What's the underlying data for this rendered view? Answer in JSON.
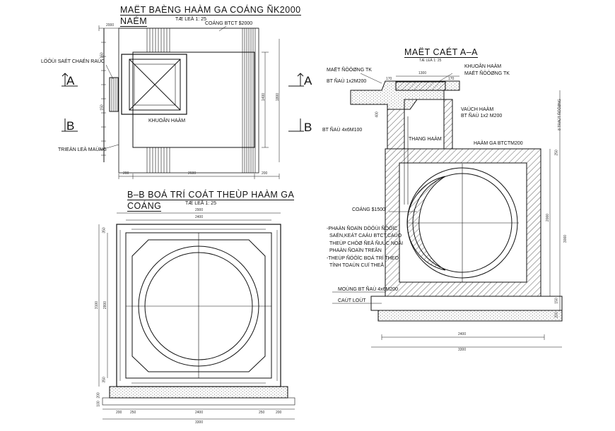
{
  "plan": {
    "title_line1": "MAËT BAÈNG HAÀM GA COÁNG ÑK2000",
    "title_line2": "NAÉM",
    "scale": "TÆ LEÄ 1: 25",
    "labels": {
      "cover": "COÁNG BTCT $2000",
      "grate": "LÖÔÙI SAÉT CHAÉN RAÙC",
      "frame": "KHUOÂN HAÀM",
      "slope": "TRIEÀN LEÀ MAÙNG"
    },
    "sections": {
      "a_left": "A",
      "a_right": "A",
      "b_left": "B",
      "b_right": "B"
    },
    "dims": {
      "top": "2000",
      "right_mid": "1400",
      "right_all": "1800",
      "bottom_mid": "2600",
      "bottom_left": "200",
      "bottom_right": "200",
      "left_top": "150",
      "left_bot": "150"
    }
  },
  "section_aa": {
    "title": "MAËT CAÉT A–A",
    "scale": "TÆ LEÄ 1: 25",
    "labels": {
      "road_surface": "MAËT ÑÖÔØNG TK",
      "cover_frame": "KHUOÂN HAÀM",
      "road_surface2": "MAËT ÑÖÔØNG TK",
      "concrete_top": "BT ÑAÙ 1x2M200",
      "wall": "VAÙCH HAÀM",
      "wall_conc": "BT ÑAÙ 1x2 M200",
      "base_left": "BT ÑAÙ 4x6M100",
      "ladder": "THANG HAÀM",
      "chamber": "HAÀM GA BTCTM200",
      "pipe": "COÁNG $1500",
      "note1": "-PHAÀN ÑOAÏN DÖÔÙI ÑÖÔÏC",
      "note2": "SAÉN,KEÁT CAÁU BTCT,CAÙO",
      "note3": "THEÙP CHÔØ ÑEÅ ÑUÙC NOÁI",
      "note4": "PHAÀN ÑOAÏN TREÂN",
      "note5": "-THEÙP ÑÖÔÏC BOÁ TRÍ THEO",
      "note6": "TÍNH TOAÙN CUÏ THEÅ",
      "footing": "MOÙNG BT ÑAÙ 4x6M200",
      "sand": "CAÙT LOÙT"
    },
    "dims": {
      "top1": "1300",
      "top2": "170",
      "top3": "170",
      "right_total": "3000",
      "right_top": "8 TRAÙT ÑÖÔØNG",
      "bottom1": "2400",
      "bottom2": "3300",
      "wall_h": "2000",
      "small1": "250",
      "small2": "150",
      "small3": "200",
      "small4": "400"
    }
  },
  "section_bb": {
    "title_line1": "B–B BOÁ TRÍ COÁT THEÙP HAÀM GA",
    "title_line2": "COÁNG",
    "scale": "TÆ LEÄ 1: 25",
    "dims": {
      "top_outer": "2900",
      "top_inner": "2400",
      "left_total": "3100",
      "left_inner": "2800",
      "left_top": "350",
      "left_bot": "350",
      "bottom1": "200",
      "bottom2": "250",
      "bottom3": "2400",
      "bottom4": "250",
      "bottom5": "200",
      "bottom_total": "3300",
      "base1": "200",
      "base2": "100"
    }
  }
}
